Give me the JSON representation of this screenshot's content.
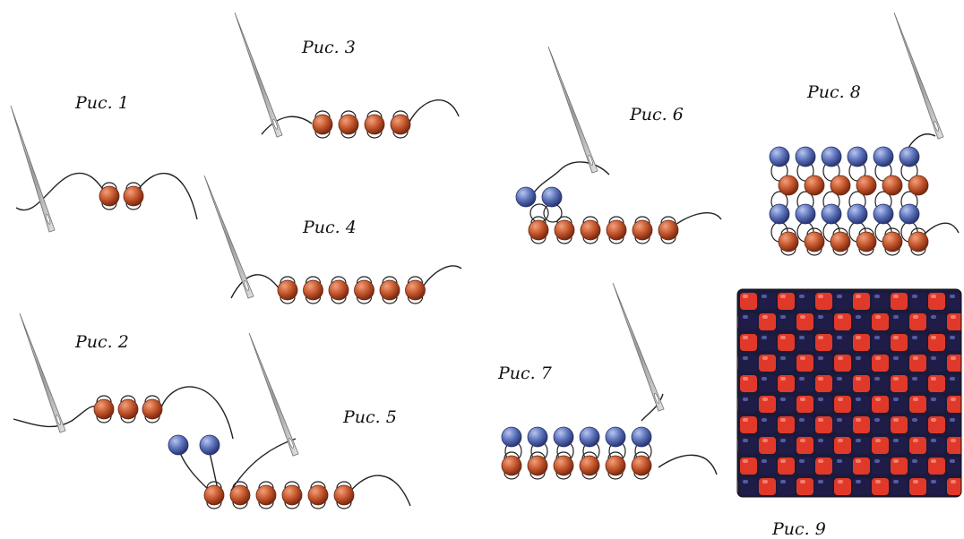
{
  "colors": {
    "bead_red": "#c4562c",
    "bead_blue": "#5a70b8",
    "thread": "#222222",
    "needle": "#9a9a9a",
    "photo_red": "#e0392a",
    "photo_dark": "#1c1a3a"
  },
  "figures": [
    {
      "id": "fig1",
      "label": "Рис. 1"
    },
    {
      "id": "fig2",
      "label": "Рис. 2"
    },
    {
      "id": "fig3",
      "label": "Рис. 3"
    },
    {
      "id": "fig4",
      "label": "Рис. 4"
    },
    {
      "id": "fig5",
      "label": "Рис. 5"
    },
    {
      "id": "fig6",
      "label": "Рис. 6"
    },
    {
      "id": "fig7",
      "label": "Рис. 7"
    },
    {
      "id": "fig8",
      "label": "Рис. 8"
    },
    {
      "id": "fig9",
      "label": "Рис. 9"
    }
  ]
}
